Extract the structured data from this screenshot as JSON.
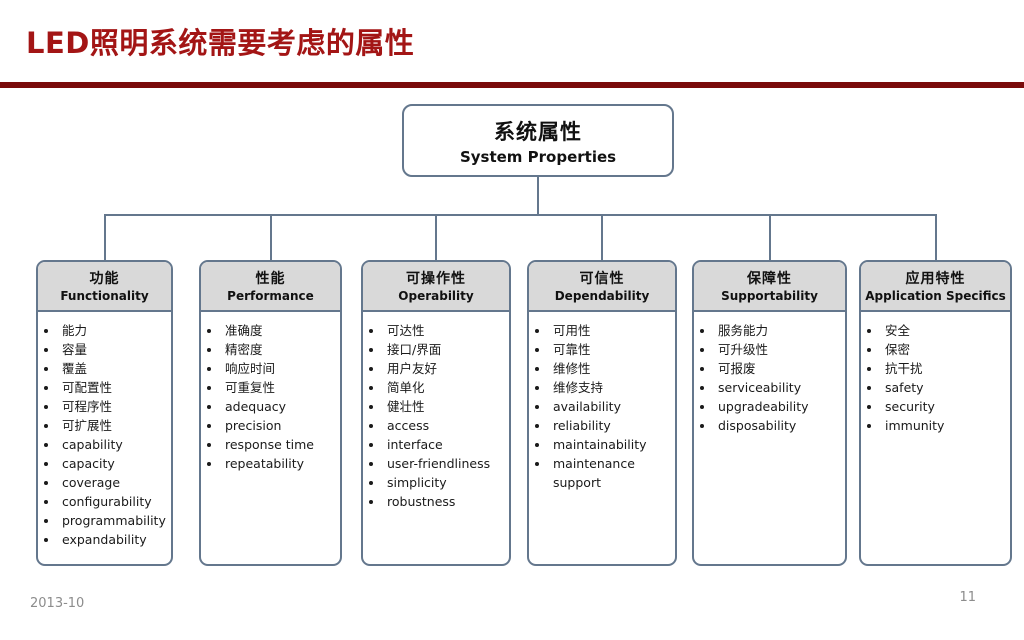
{
  "slide": {
    "title": "LED照明系统需要考虑的属性",
    "footer": {
      "date": "2013-10",
      "page": "11"
    }
  },
  "diagram": {
    "root": {
      "title_zh": "系统属性",
      "title_en": "System Properties"
    },
    "categories": [
      {
        "title_zh": "功能",
        "title_en": "Functionality",
        "items": [
          "能力",
          "容量",
          "覆盖",
          "可配置性",
          "可程序性",
          "可扩展性",
          "capability",
          "capacity",
          "coverage",
          "configurability",
          "programmability",
          "expandability"
        ]
      },
      {
        "title_zh": "性能",
        "title_en": "Performance",
        "items": [
          "准确度",
          "精密度",
          "响应时间",
          "可重复性",
          "adequacy",
          "precision",
          "response time",
          "repeatability"
        ]
      },
      {
        "title_zh": "可操作性",
        "title_en": "Operability",
        "items": [
          "可达性",
          "接口/界面",
          "用户友好",
          "简单化",
          "健壮性",
          "access",
          "interface",
          "user-friendliness",
          "simplicity",
          "robustness"
        ]
      },
      {
        "title_zh": "可信性",
        "title_en": "Dependability",
        "items": [
          "可用性",
          "可靠性",
          "维修性",
          "维修支持",
          "availability",
          "reliability",
          "maintainability",
          "maintenance support"
        ]
      },
      {
        "title_zh": "保障性",
        "title_en": "Supportability",
        "items": [
          "服务能力",
          "可升级性",
          "可报废",
          "serviceability",
          "upgradeability",
          "disposability"
        ]
      },
      {
        "title_zh": "应用特性",
        "title_en": "Application Specifics",
        "items": [
          "安全",
          "保密",
          "抗干扰",
          "safety",
          "security",
          "immunity"
        ]
      }
    ]
  },
  "colors": {
    "title": "#A31515",
    "rule": "#7A0B0B",
    "box_border": "#64778D",
    "header_fill": "#D9D9D9",
    "text": "#1A1A1A",
    "footer_text": "#8C8C8C"
  }
}
